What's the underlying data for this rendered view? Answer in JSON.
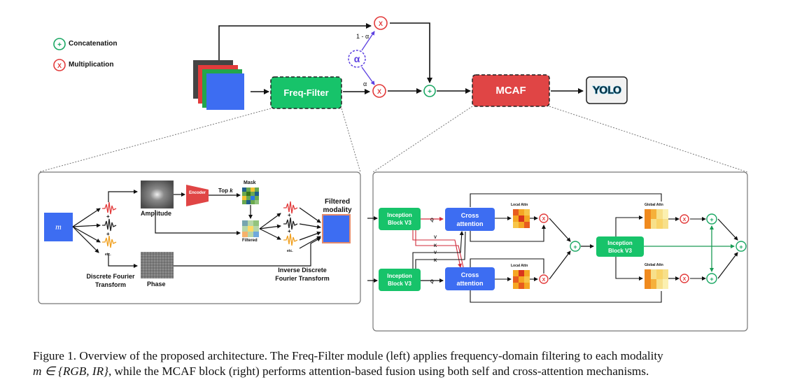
{
  "legend": {
    "concat_label": "Concatenation",
    "mult_label": "Multiplication",
    "colors": {
      "concat": "#1aa763",
      "mult": "#e23b3b"
    }
  },
  "top": {
    "freq_filter": "Freq-Filter",
    "mcaf": "MCAF",
    "yolo": "YOLO",
    "alpha": "α",
    "one_minus_alpha": "1 - α",
    "alpha_small": "α",
    "colors": {
      "freq": "#17c36a",
      "mcaf": "#e04545",
      "alpha": "#5b3fe0"
    }
  },
  "freq_panel": {
    "m_label": "m",
    "amplitude": "Amplitude",
    "encoder": "Encoder",
    "topk_prefix": "Top ",
    "topk_k": "k",
    "mask": "Mask",
    "filtered": "Filtered",
    "phase": "Phase",
    "etc": "etc.",
    "dft": "Discrete Fourier\nTransform",
    "idft": "Inverse Discrete\nFourier Transform",
    "filtered_modality": "Filtered\nmodality"
  },
  "mcaf_panel": {
    "inception1": "Inception\nBlock V3",
    "inception2": "Inception\nBlock V3",
    "inception3": "Inception\nBlock V3",
    "cross1": "Cross\nattention",
    "cross2": "Cross\nattention",
    "local_attn1": "Local Attn",
    "local_attn2": "Local Attn",
    "global_attn1": "Global Attn",
    "global_attn2": "Global Attn",
    "q": "Q",
    "v": "V",
    "k": "K"
  },
  "caption": {
    "line1": "Figure 1.  Overview of the proposed architecture.  The Freq-Filter module (left) applies frequency-domain filtering to each modality",
    "line2_math": "m ∈ {RGB, IR}",
    "line2_rest": ", while the MCAF block (right) performs attention-based fusion using both self and cross-attention mechanisms."
  }
}
